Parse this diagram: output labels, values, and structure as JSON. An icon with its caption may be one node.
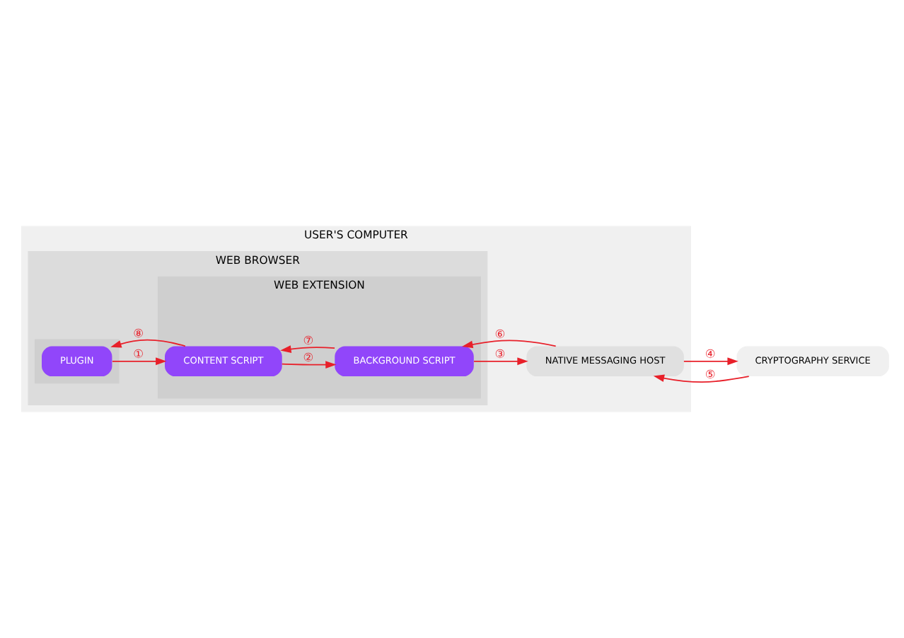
{
  "diagram": {
    "nodes": [
      {
        "text": [
          "USER'S COMPUTER"
        ]
      },
      {
        "text": [
          "WEB BROWSER"
        ],
        "in": 0
      },
      {
        "text": [],
        "shape": "box",
        "in": 1
      },
      {
        "text": [
          "WEB EXTENSION"
        ],
        "in": 1
      },
      {
        "text": [
          "PLUGIN"
        ],
        "in": 2
      },
      {
        "text": [
          "BACKGROUND SCRIPT"
        ],
        "in": 3
      },
      {
        "text": [
          "CONTENT SCRIPT"
        ],
        "in": 3
      },
      {
        "text": [
          "NATIVE MESSAGING HOST"
        ],
        "in": 0
      },
      {
        "text": [
          "CRYPTOGRAPHY SERVICE"
        ]
      }
    ],
    "edges": [
      {
        "from": 4,
        "to": 6,
        "arrow": "to",
        "label": "①"
      },
      {
        "from": 6,
        "to": 5,
        "arrow": "to",
        "label": "②"
      },
      {
        "from": 5,
        "to": 7,
        "arrow": "to",
        "label": "③"
      },
      {
        "from": 7,
        "to": 8,
        "arrow": "to",
        "label": "④"
      },
      {
        "from": 8,
        "to": 7,
        "arrow": "to",
        "label": "⑤"
      },
      {
        "from": 7,
        "to": 5,
        "arrow": "to",
        "label": "⑥"
      },
      {
        "from": 5,
        "to": 6,
        "arrow": "to",
        "label": "⑦"
      },
      {
        "from": 6,
        "to": 4,
        "arrow": "to",
        "label": "⑧"
      }
    ]
  }
}
